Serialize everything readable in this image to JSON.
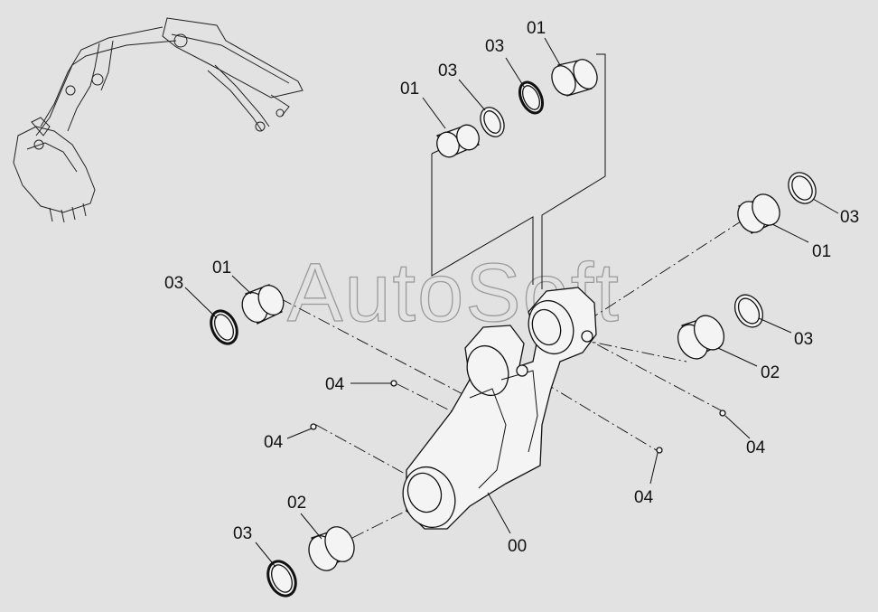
{
  "watermark": "AutoSoft",
  "callouts": {
    "c01_top_left": "01",
    "c03_top_left": "03",
    "c03_top_right": "03",
    "c01_top_right": "01",
    "c03_right_top": "03",
    "c01_right": "01",
    "c01_left": "01",
    "c03_left": "03",
    "c03_right_mid": "03",
    "c02_right": "02",
    "c04_left_upper": "04",
    "c04_left_lower": "04",
    "c04_right": "04",
    "c04_bottom": "04",
    "c02_bottom": "02",
    "c03_bottom": "03",
    "c00_link": "00"
  }
}
